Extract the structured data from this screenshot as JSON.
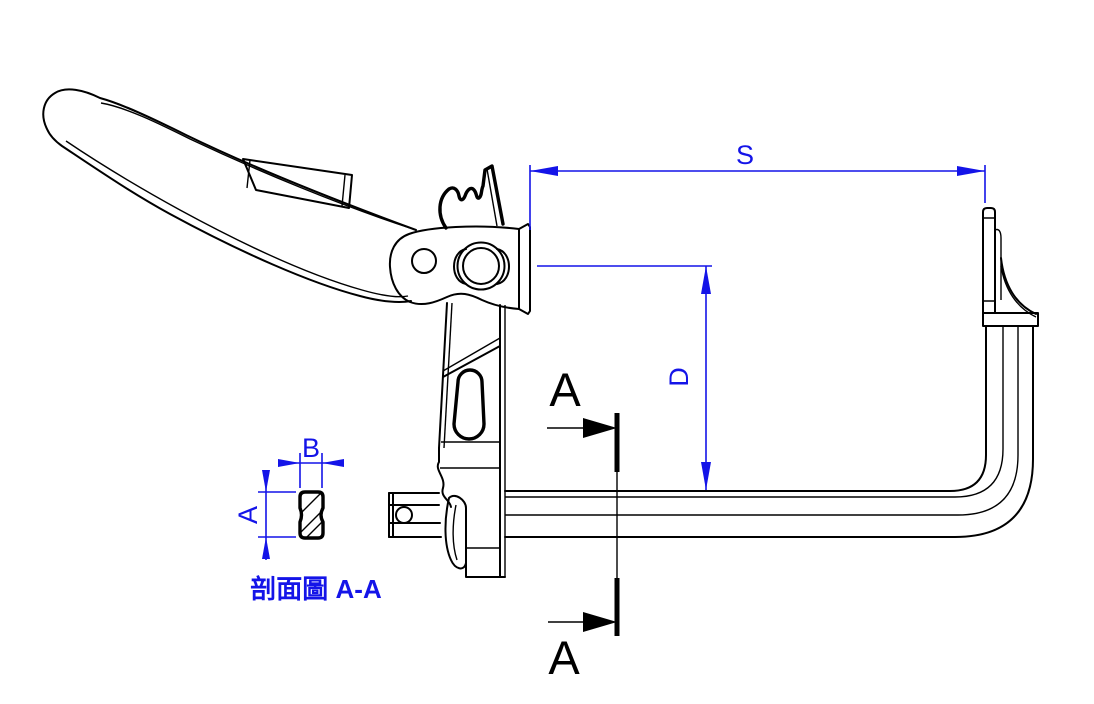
{
  "drawing": {
    "kind": "engineering-drawing",
    "subject": "lever action bar clamp, side elevation with section view",
    "colors": {
      "background": "#ffffff",
      "geometry": "#000000",
      "dimension": "#1414e8"
    },
    "labels": {
      "dim_s": "S",
      "dim_d": "D",
      "dim_b": "B",
      "dim_a": "A",
      "cut_marker_top": "A",
      "cut_marker_bottom": "A",
      "section_view_caption": "剖面圖 A-A"
    }
  }
}
